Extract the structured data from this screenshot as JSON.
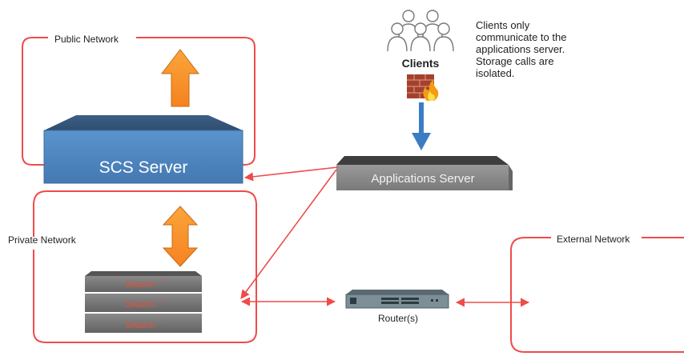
{
  "networks": {
    "public": "Public Network",
    "private": "Private Network",
    "external": "External Network"
  },
  "scs_server": {
    "label": "SCS Server",
    "color": "#4f86bf"
  },
  "applications_server": {
    "label": "Applications Server",
    "color": "#8a8a8a"
  },
  "swarm_nodes": [
    "Swarm",
    "Swarm",
    "Swarm"
  ],
  "swarm_mark": "™",
  "clients": {
    "label": "Clients"
  },
  "router": {
    "label": "Router(s)"
  },
  "note": {
    "lines": [
      "Clients only",
      "communicate to the",
      "applications server.",
      "Storage calls are",
      "isolated."
    ]
  },
  "colors": {
    "network_border": "#ef4b4b",
    "orange_arrow": "#f7941d",
    "blue_arrow": "#3b7dc4",
    "swarm_text": "#e0533f"
  },
  "icons": [
    "people-icon",
    "firewall-icon",
    "router-icon"
  ]
}
